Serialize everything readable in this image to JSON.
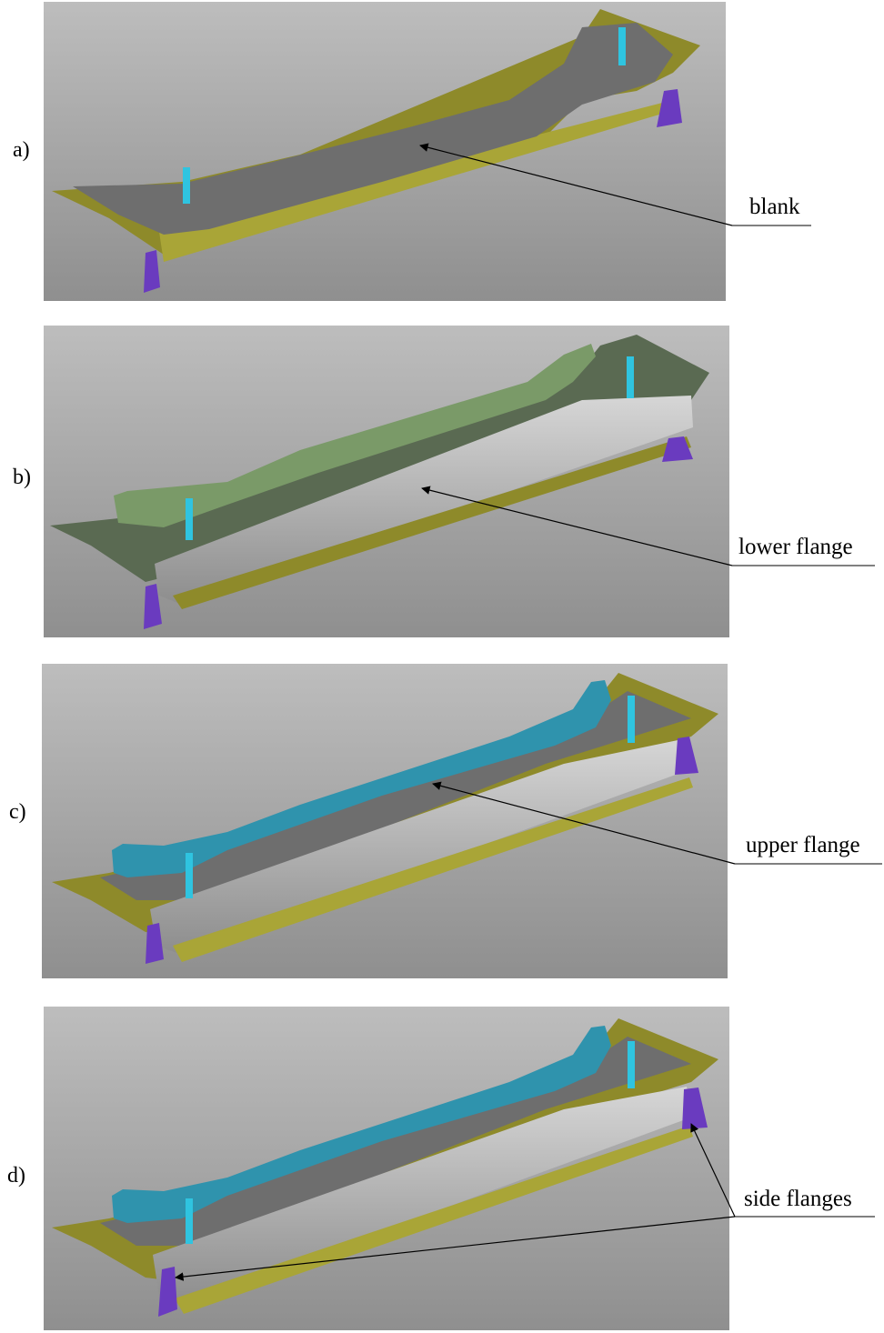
{
  "panels": [
    {
      "letter": "a)",
      "callout": "blank"
    },
    {
      "letter": "b)",
      "callout": "lower flange"
    },
    {
      "letter": "c)",
      "callout": "upper flange"
    },
    {
      "letter": "d)",
      "callout": "side flanges"
    }
  ],
  "colors": {
    "background": "#a9a9a9",
    "blank_sheet": "#6e6e6e",
    "binder": "#8e8a2a",
    "formed_wall": "#b9b9b9",
    "lower_flange_tool": "#7a9a68",
    "upper_flange_tool": "#2f93ad",
    "pin": "#2fc4e0",
    "support": "#6a3bbf"
  },
  "icons": [
    "locating-pin-icon",
    "support-block-icon",
    "arrow-icon"
  ]
}
